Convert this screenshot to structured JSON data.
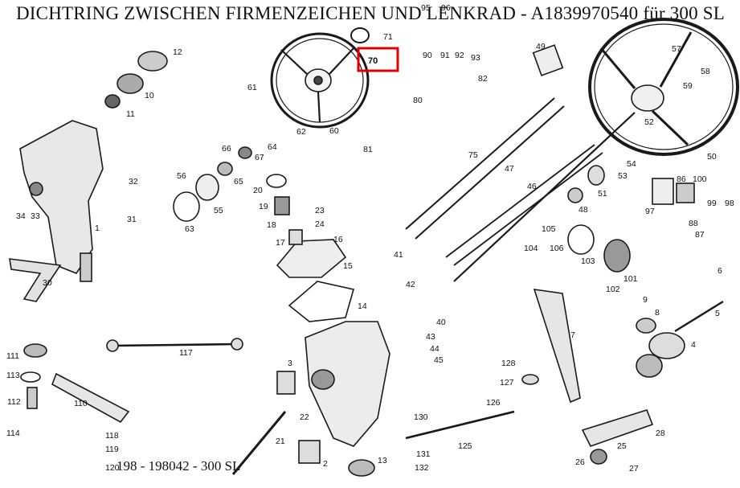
{
  "title": "DICHTRING ZWISCHEN FIRMENZEICHEN UND LENKRAD - A1839970540 für 300 SL",
  "footer": "198 - 198042 - 300 SL",
  "highlight": {
    "part": "70",
    "color": "#e00000"
  },
  "parts": [
    "1",
    "2",
    "3",
    "4",
    "5",
    "6",
    "7",
    "8",
    "9",
    "10",
    "11",
    "12",
    "13",
    "14",
    "15",
    "16",
    "17",
    "18",
    "19",
    "20",
    "21",
    "22",
    "23",
    "24",
    "25",
    "26",
    "27",
    "28",
    "30",
    "31",
    "32",
    "33",
    "34",
    "40",
    "41",
    "42",
    "43",
    "44",
    "45",
    "46",
    "47",
    "48",
    "49",
    "50",
    "51",
    "52",
    "53",
    "54",
    "55",
    "56",
    "57",
    "58",
    "59",
    "60",
    "61",
    "62",
    "63",
    "64",
    "65",
    "66",
    "67",
    "70",
    "71",
    "75",
    "80",
    "81",
    "82",
    "86",
    "87",
    "88",
    "90",
    "91",
    "92",
    "93",
    "95",
    "96",
    "97",
    "98",
    "99",
    "100",
    "101",
    "102",
    "103",
    "104",
    "105",
    "106",
    "110",
    "111",
    "112",
    "113",
    "114",
    "117",
    "118",
    "119",
    "120",
    "125",
    "126",
    "127",
    "128",
    "130",
    "131",
    "132"
  ]
}
